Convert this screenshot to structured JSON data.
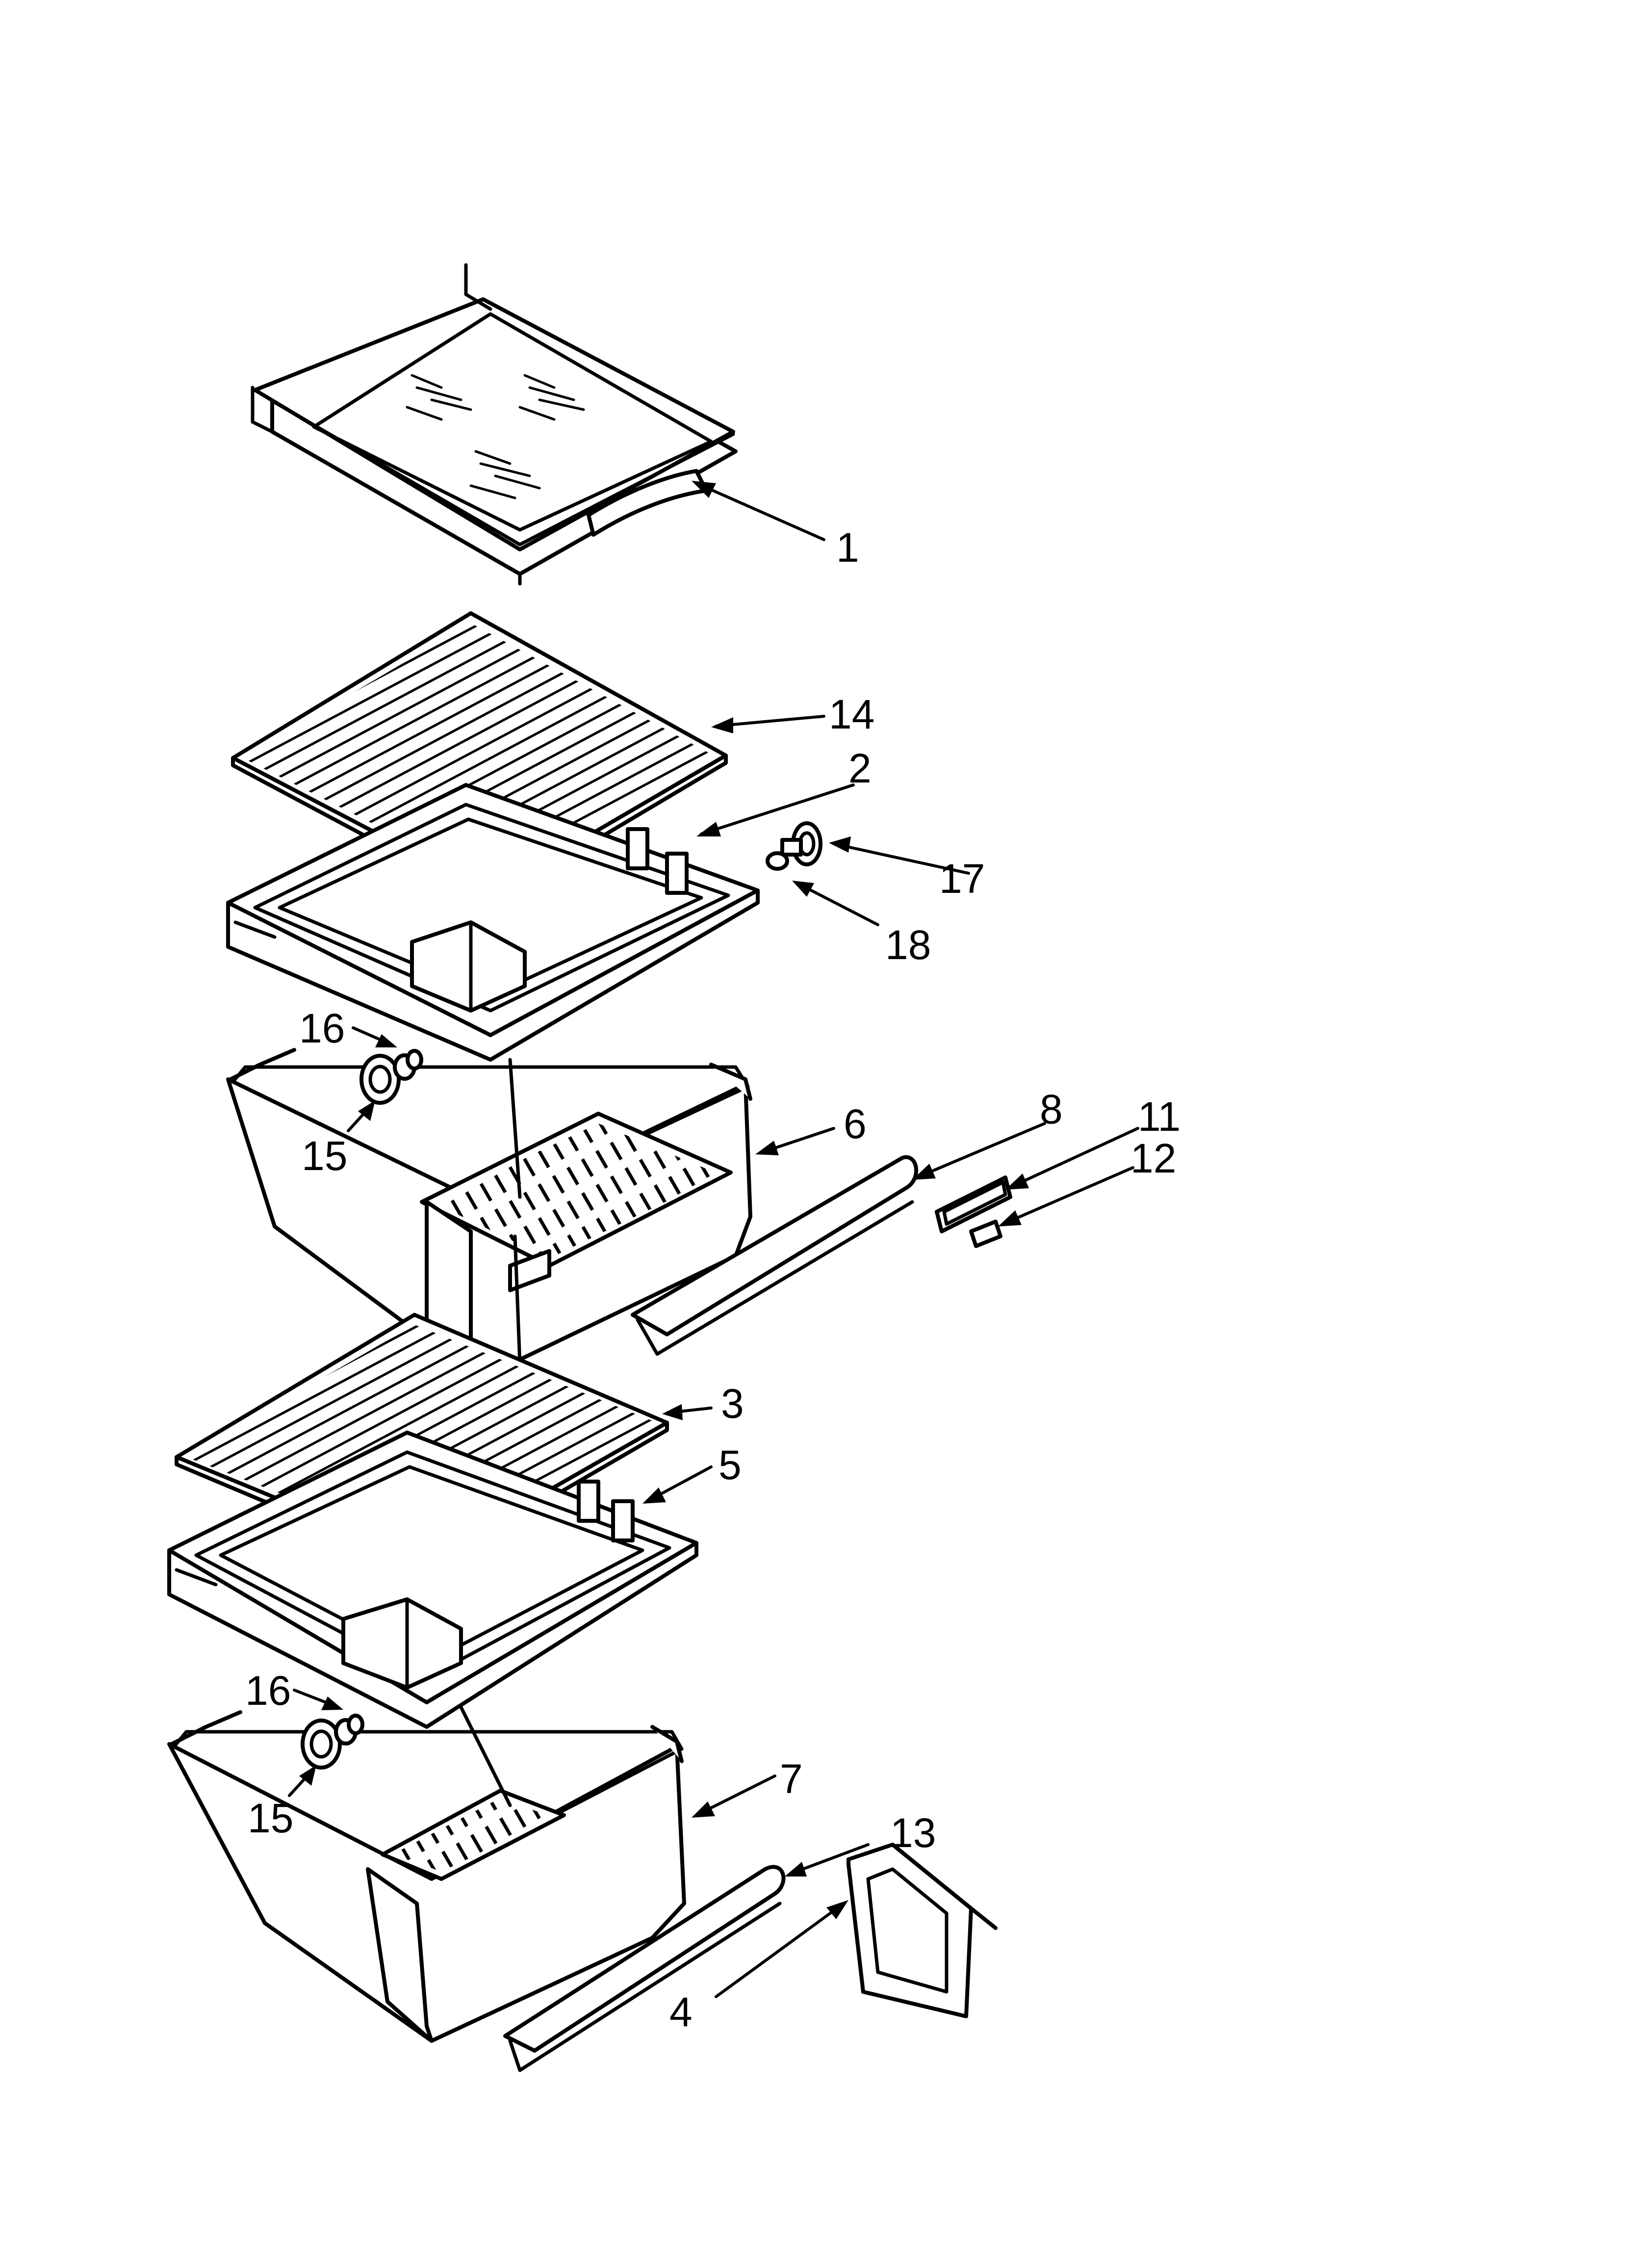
{
  "callouts": [
    {
      "id": "c1",
      "label": "1"
    },
    {
      "id": "c14",
      "label": "14"
    },
    {
      "id": "c2",
      "label": "2"
    },
    {
      "id": "c17",
      "label": "17"
    },
    {
      "id": "c18",
      "label": "18"
    },
    {
      "id": "c16a",
      "label": "16"
    },
    {
      "id": "c15a",
      "label": "15"
    },
    {
      "id": "c6",
      "label": "6"
    },
    {
      "id": "c8",
      "label": "8"
    },
    {
      "id": "c11",
      "label": "11"
    },
    {
      "id": "c12",
      "label": "12"
    },
    {
      "id": "c3",
      "label": "3"
    },
    {
      "id": "c5",
      "label": "5"
    },
    {
      "id": "c16b",
      "label": "16"
    },
    {
      "id": "c15b",
      "label": "15"
    },
    {
      "id": "c7",
      "label": "7"
    },
    {
      "id": "c13",
      "label": "13"
    },
    {
      "id": "c4",
      "label": "4"
    }
  ]
}
